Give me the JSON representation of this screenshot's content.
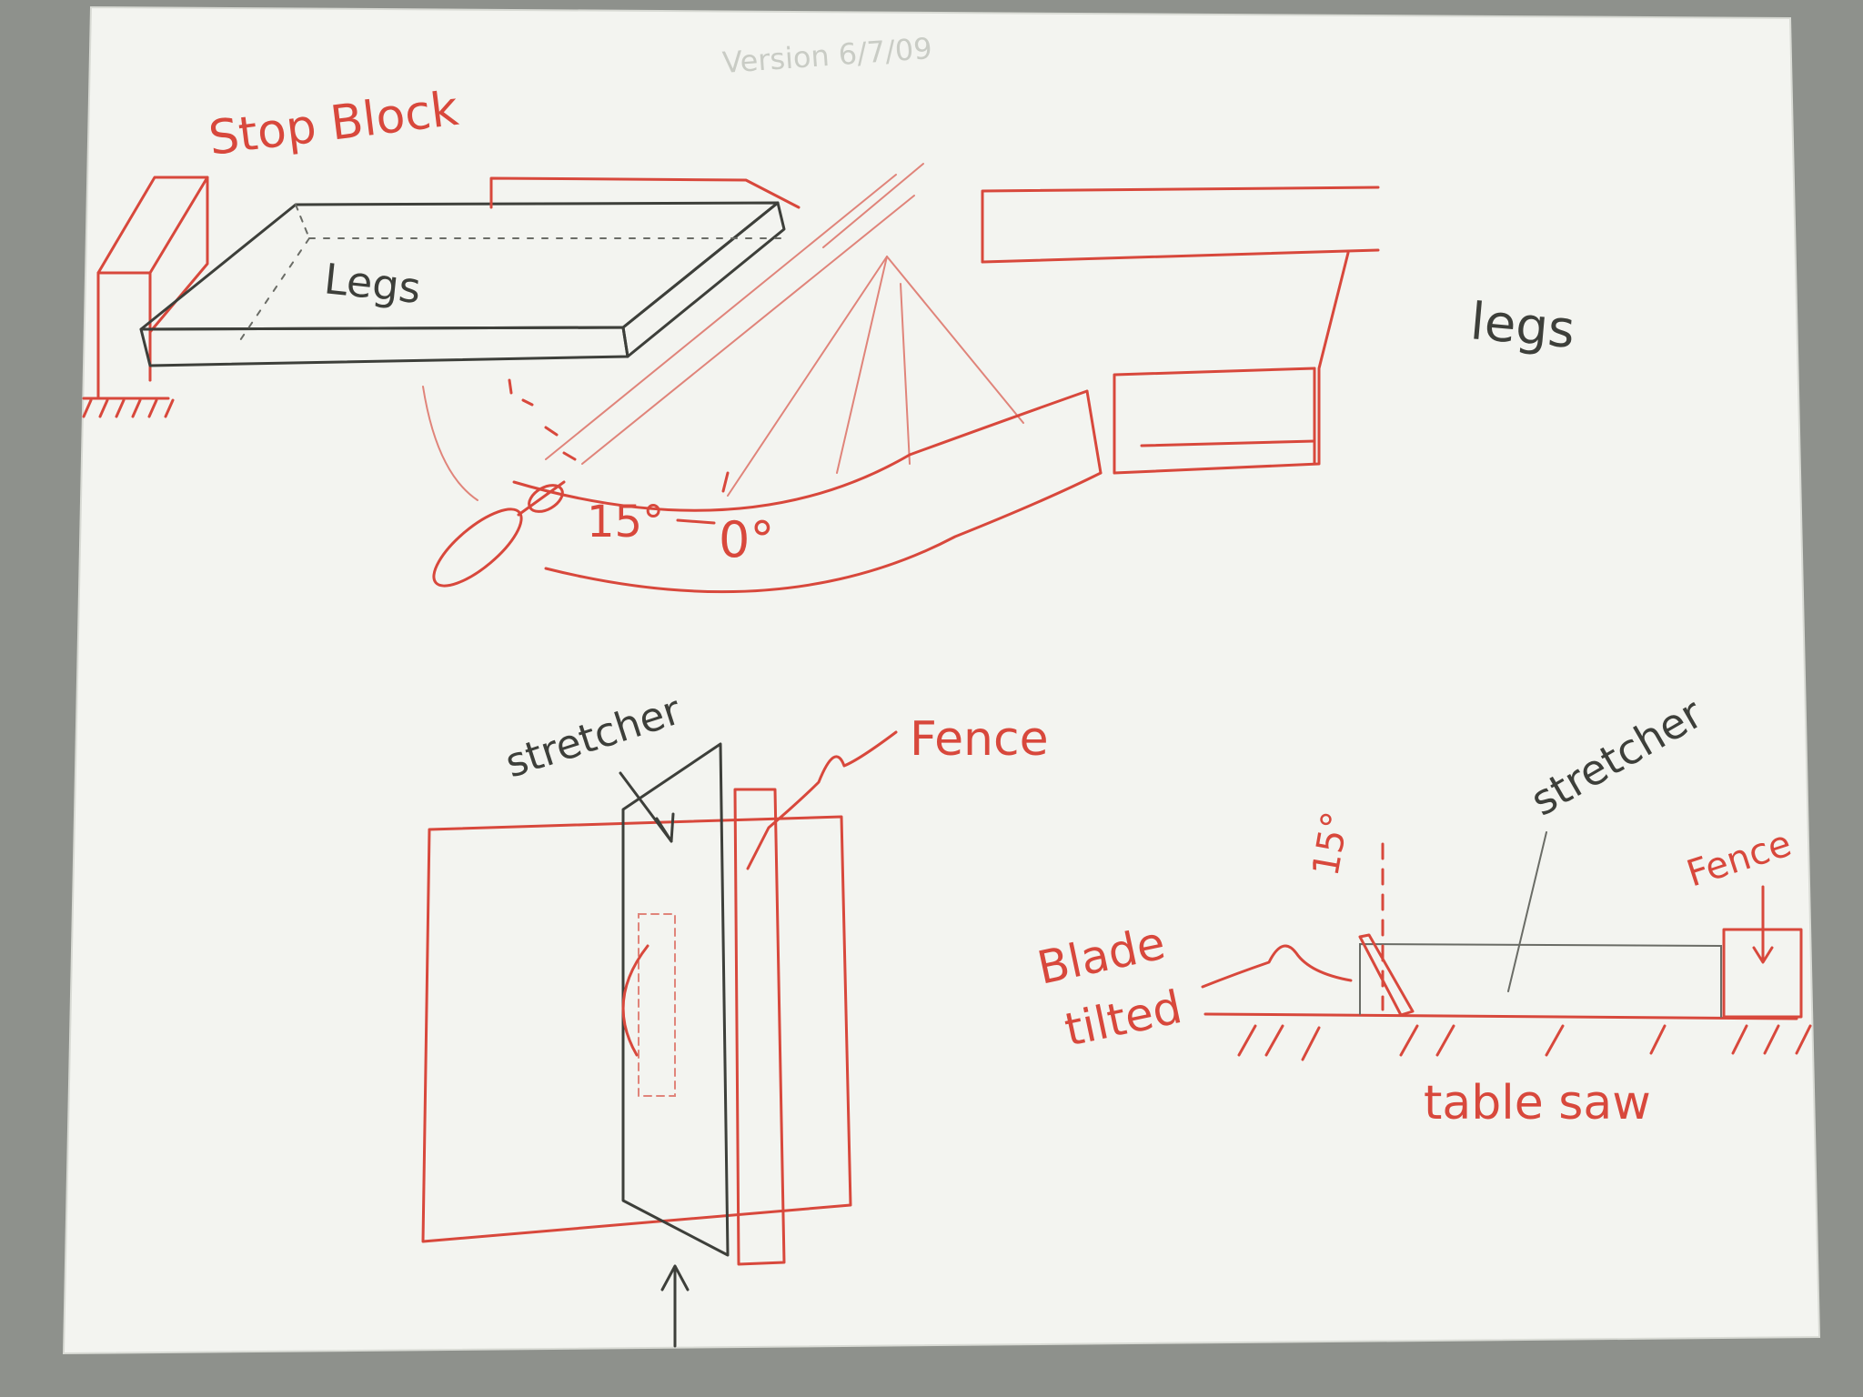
{
  "colors": {
    "background": "#8e918c",
    "paper": "#f3f4f0",
    "red_pencil": "#d8483c",
    "graphite": "#3d3f3a"
  },
  "labels": {
    "faint_header": "Version 6/7/09",
    "stop_block": "Stop Block",
    "legs_on_board": "Legs",
    "legs_right": "legs",
    "angle_15": "15°",
    "angle_0": "0°",
    "stretcher_top": "stretcher",
    "fence_top": "Fence",
    "stretcher_side": "stretcher",
    "angle_15_side": "15°",
    "fence_side": "Fence",
    "blade_line1": "Blade",
    "blade_line2": "tilted",
    "table_saw": "table saw"
  }
}
